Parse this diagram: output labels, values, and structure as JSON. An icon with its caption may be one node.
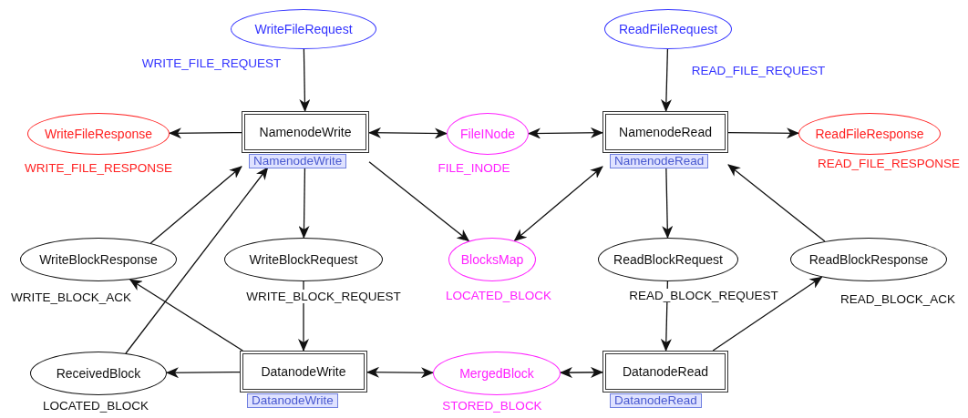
{
  "diagram": {
    "nodes": [
      {
        "text": [
          "WriteFileRequest"
        ],
        "beside": [
          "WRITE_FILE_REQUEST"
        ]
      },
      {
        "text": [
          "ReadFileRequest"
        ],
        "beside": [
          "READ_FILE_REQUEST"
        ]
      },
      {
        "text": [
          "WriteFileResponse"
        ],
        "beside": [
          "WRITE_FILE_RESPONSE"
        ]
      },
      {
        "text": [
          "NamenodeWrite"
        ],
        "beside": [
          "NamenodeWrite"
        ]
      },
      {
        "text": [
          "FileINode"
        ],
        "beside": [
          "FILE_INODE"
        ]
      },
      {
        "text": [
          "NamenodeRead"
        ],
        "beside": [
          "NamenodeRead"
        ]
      },
      {
        "text": [
          "ReadFileResponse"
        ],
        "beside": [
          "READ_FILE_RESPONSE"
        ]
      },
      {
        "text": [
          "WriteBlockResponse"
        ],
        "beside": [
          "WRITE_BLOCK_ACK"
        ]
      },
      {
        "text": [
          "WriteBlockRequest"
        ],
        "beside": [
          "WRITE_BLOCK_REQUEST"
        ]
      },
      {
        "text": [
          "BlocksMap"
        ],
        "beside": [
          "LOCATED_BLOCK"
        ]
      },
      {
        "text": [
          "ReadBlockRequest"
        ],
        "beside": [
          "READ_BLOCK_REQUEST"
        ]
      },
      {
        "text": [
          "ReadBlockResponse"
        ],
        "beside": [
          "READ_BLOCK_ACK"
        ]
      },
      {
        "text": [
          "ReceivedBlock"
        ],
        "beside": [
          "LOCATED_BLOCK"
        ]
      },
      {
        "text": [
          "DatanodeWrite"
        ],
        "beside": [
          "DatanodeWrite"
        ]
      },
      {
        "text": [
          "MergedBlock"
        ],
        "beside": [
          "STORED_BLOCK"
        ]
      },
      {
        "text": [
          "DatanodeRead"
        ],
        "beside": [
          "DatanodeRead"
        ]
      }
    ],
    "edges": [
      {
        "from": 0,
        "to": 3,
        "arrow": "to"
      },
      {
        "from": 3,
        "to": 2,
        "arrow": "to"
      },
      {
        "from": 3,
        "to": 4,
        "arrow": "both"
      },
      {
        "from": 4,
        "to": 5,
        "arrow": "both"
      },
      {
        "from": 1,
        "to": 5,
        "arrow": "to"
      },
      {
        "from": 5,
        "to": 6,
        "arrow": "to"
      },
      {
        "from": 7,
        "to": 3,
        "arrow": "to"
      },
      {
        "from": 12,
        "to": 3,
        "arrow": "to"
      },
      {
        "from": 3,
        "to": 8,
        "arrow": "to"
      },
      {
        "from": 3,
        "to": 9,
        "arrow": "to"
      },
      {
        "from": 5,
        "to": 9,
        "arrow": "both"
      },
      {
        "from": 5,
        "to": 10,
        "arrow": "to"
      },
      {
        "from": 11,
        "to": 5,
        "arrow": "to"
      },
      {
        "from": 8,
        "to": 13,
        "arrow": "to"
      },
      {
        "from": 13,
        "to": 7,
        "arrow": "to"
      },
      {
        "from": 13,
        "to": 12,
        "arrow": "to"
      },
      {
        "from": 13,
        "to": 14,
        "arrow": "both"
      },
      {
        "from": 14,
        "to": 15,
        "arrow": "both"
      },
      {
        "from": 10,
        "to": 15,
        "arrow": "to"
      },
      {
        "from": 15,
        "to": 11,
        "arrow": "to"
      }
    ]
  }
}
